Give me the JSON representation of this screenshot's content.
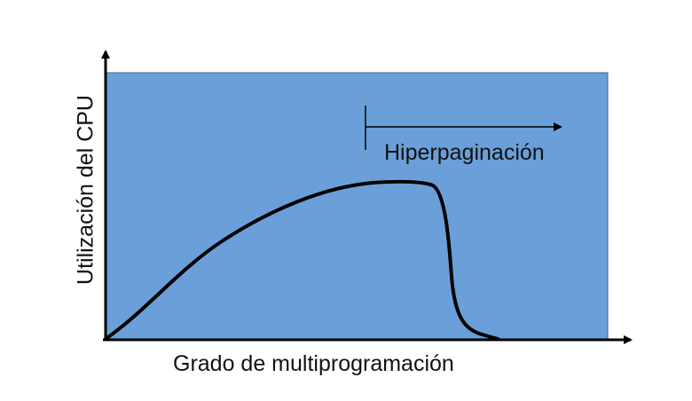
{
  "diagram": {
    "xlabel": "Grado de multiprogramación",
    "ylabel": "Utilización del CPU",
    "annotation": "Hiperpaginación"
  },
  "colors": {
    "background": "#ffffff",
    "plot_area": "#6a9fd9",
    "plot_border": "#3f5f8a",
    "curve": "#000000",
    "axes": "#000000"
  }
}
